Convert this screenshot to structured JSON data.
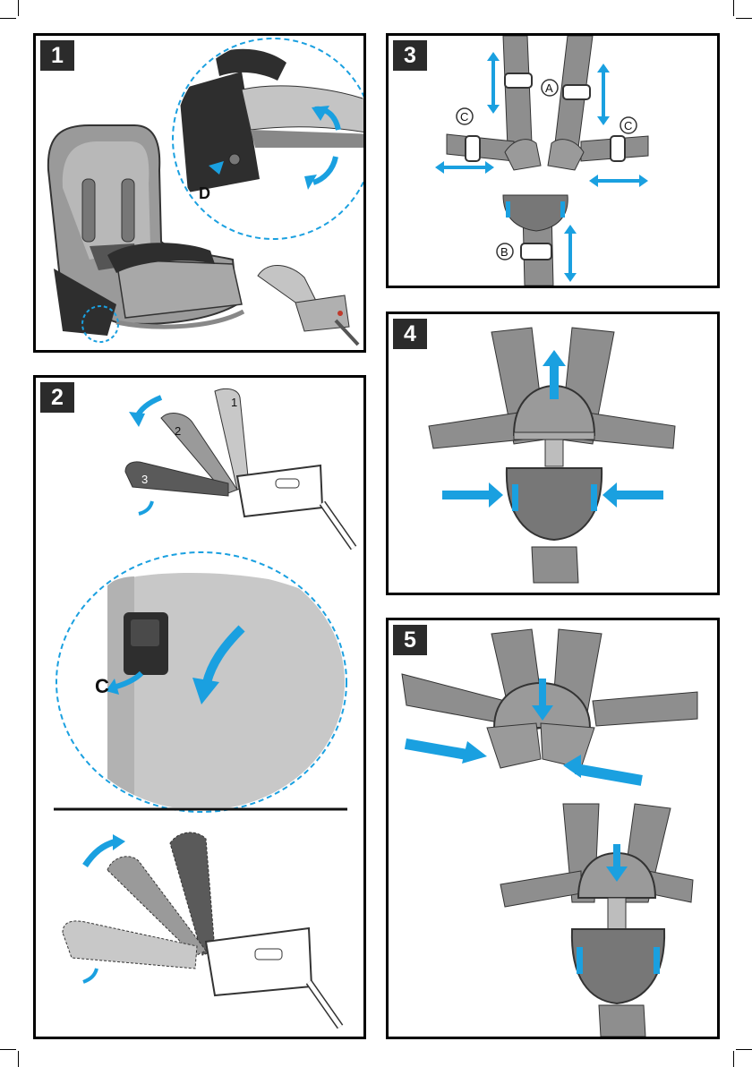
{
  "steps": [
    {
      "number": "1",
      "labels": {
        "lever": "D"
      }
    },
    {
      "number": "2",
      "labels": {
        "positions": [
          "1",
          "2",
          "3"
        ],
        "button": "C"
      }
    },
    {
      "number": "3",
      "labels": {
        "strap_a": "A",
        "strap_b": "B",
        "strap_c_left": "C",
        "strap_c_right": "C"
      }
    },
    {
      "number": "4"
    },
    {
      "number": "5"
    }
  ],
  "colors": {
    "accent_blue": "#1aa0e0",
    "strap_gray": "#8e8e8e",
    "seat_gray": "#b4b4b4",
    "dark_frame": "#2e2e2e",
    "panel_border": "#000000"
  }
}
